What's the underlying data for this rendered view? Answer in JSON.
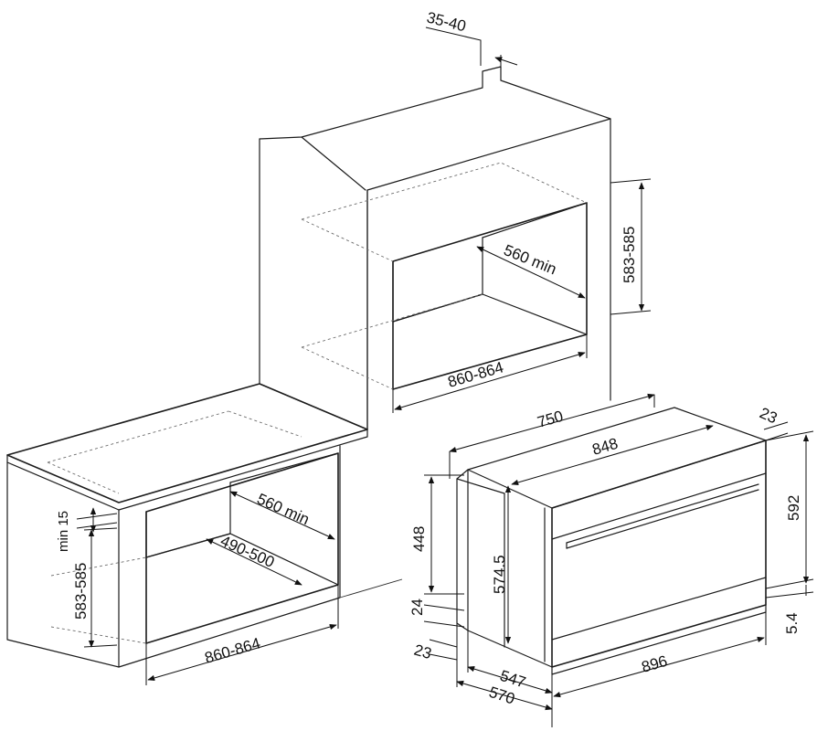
{
  "diagram": {
    "dimensions": {
      "top_offset": "35-40",
      "column_opening_height": "583-585",
      "column_depth_min": "560 min",
      "column_opening_width": "860-864",
      "counter_min": "min 15",
      "counter_opening_height": "583-585",
      "counter_depth_min": "560 min",
      "counter_inner_depth": "490-500",
      "counter_opening_width": "860-864",
      "oven_depth_750": "750",
      "oven_width_848": "848",
      "oven_front_23": "23",
      "oven_height_592": "592",
      "oven_height_448": "448",
      "oven_height_574_5": "574.5",
      "oven_gap_24": "24",
      "oven_bottom_23": "23",
      "oven_bottom_5_4": "5.4",
      "oven_depth_547": "547",
      "oven_depth_570": "570",
      "oven_width_896": "896"
    }
  }
}
